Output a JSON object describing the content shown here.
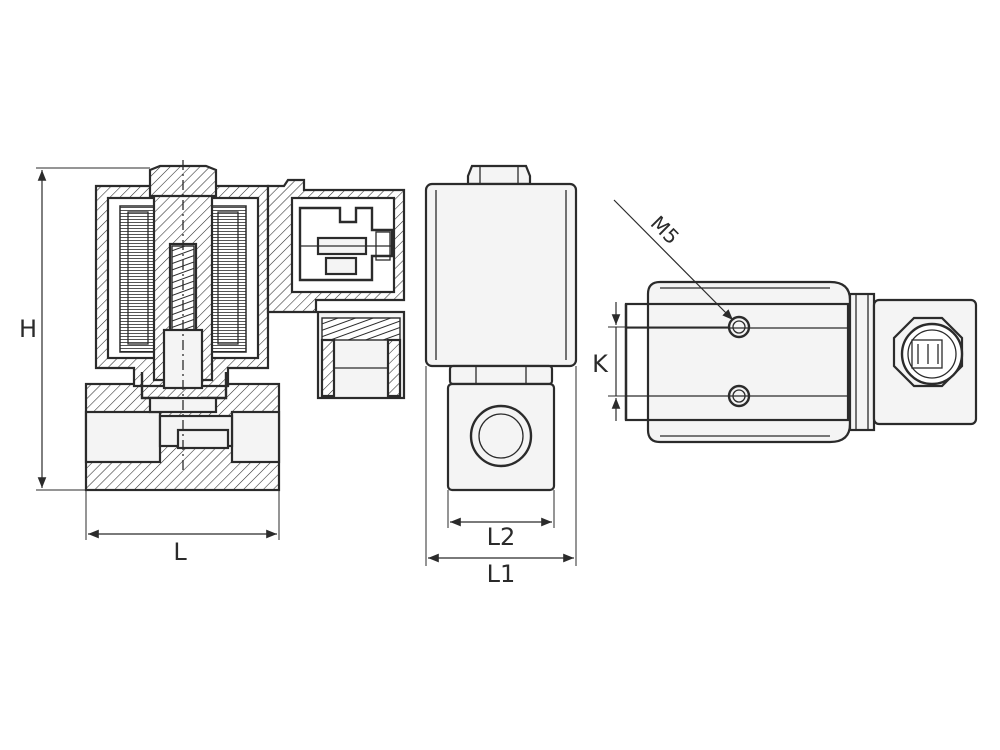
{
  "views": {
    "section": {
      "dim_height": "H",
      "dim_length": "L"
    },
    "side": {
      "dim_inner_width": "L2",
      "dim_outer_width": "L1"
    },
    "top": {
      "dim_hole_spacing": "K",
      "thread_callout": "M5"
    }
  },
  "colors": {
    "line": "#2b2b2b",
    "background": "#ffffff",
    "body_fill": "#f4f4f4"
  }
}
